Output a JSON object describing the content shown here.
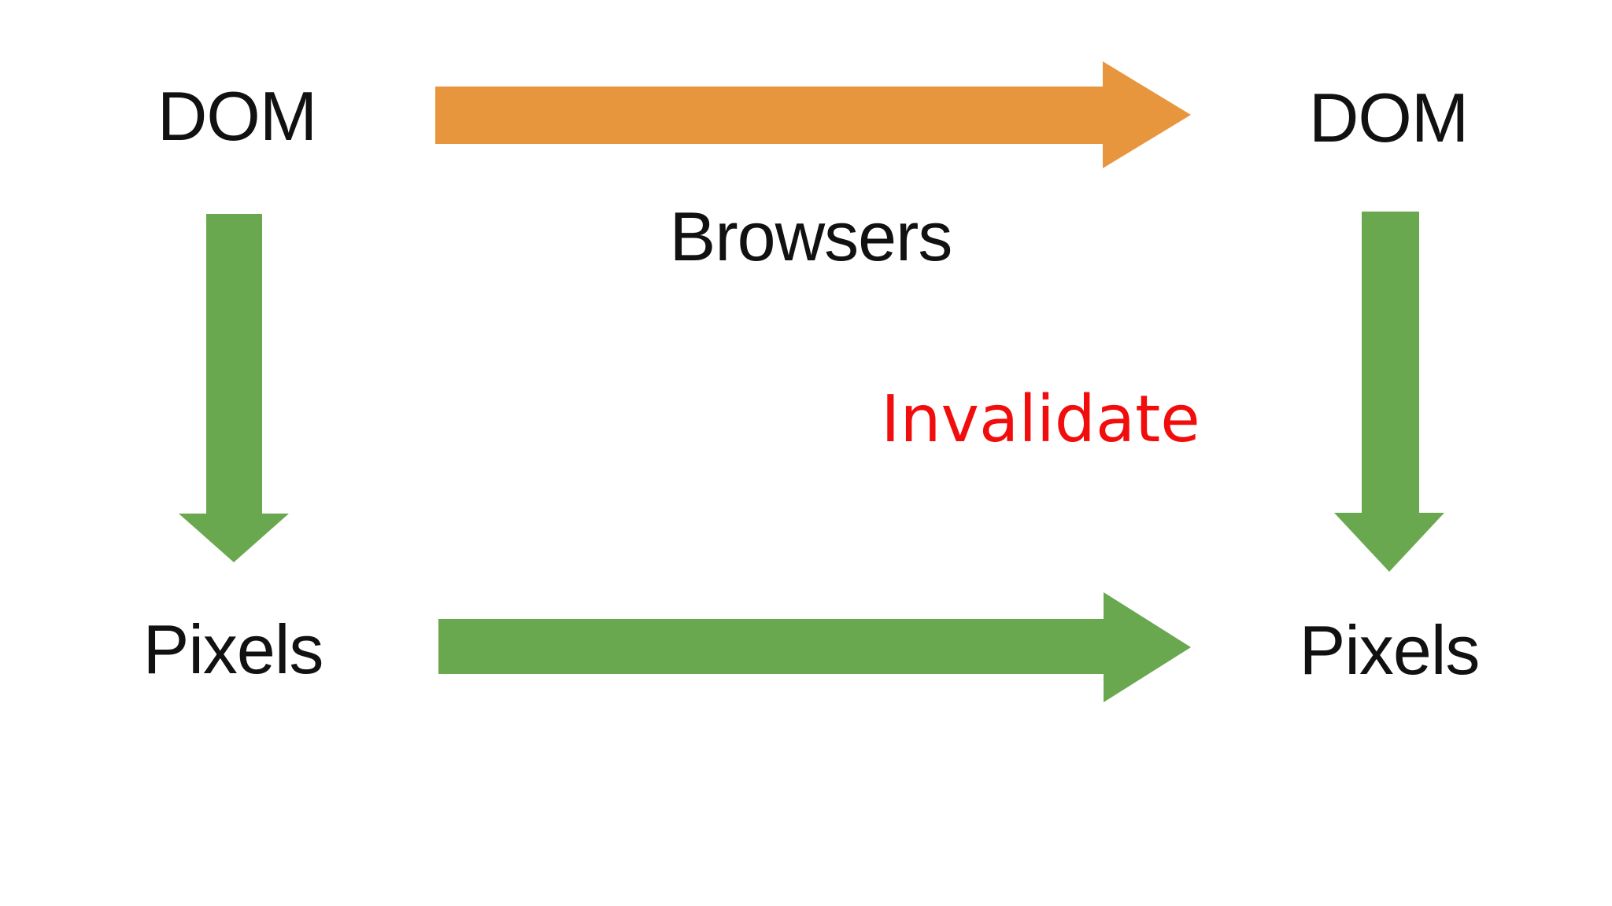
{
  "diagram": {
    "nodes": {
      "dom_left": {
        "label": "DOM"
      },
      "dom_right": {
        "label": "DOM"
      },
      "pixels_left": {
        "label": "Pixels"
      },
      "pixels_right": {
        "label": "Pixels"
      }
    },
    "edges": {
      "browsers": {
        "label": "Browsers",
        "direction": "right",
        "color": "#E8963E"
      },
      "render_left": {
        "label": "",
        "direction": "down",
        "color": "#6AA84F"
      },
      "render_right": {
        "label": "",
        "direction": "down",
        "color": "#6AA84F"
      },
      "pixels_flow": {
        "label": "",
        "direction": "right",
        "color": "#6AA84F"
      }
    },
    "annotation": {
      "label": "Invalidate",
      "color": "#F20D0D"
    }
  },
  "colors": {
    "arrow_orange": "#E8963E",
    "arrow_green": "#6AA84F",
    "annotation_red": "#F20D0D",
    "text_black": "#111111",
    "background": "#FFFFFF"
  }
}
